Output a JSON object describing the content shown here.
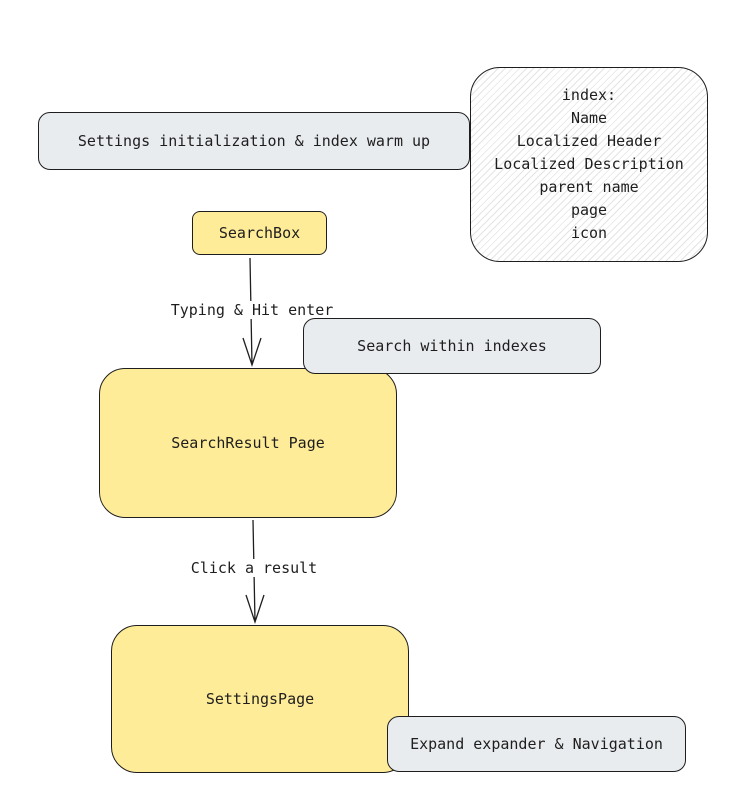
{
  "nodes": {
    "settings_init": "Settings initialization & index warm up",
    "index_box": {
      "title": "index:",
      "fields": [
        "Name",
        "Localized Header",
        "Localized Description",
        "parent name",
        "page",
        "icon"
      ]
    },
    "search_box": "SearchBox",
    "search_within": "Search within indexes",
    "search_result_page": "SearchResult Page",
    "settings_page": "SettingsPage",
    "expand_nav": "Expand expander & Navigation"
  },
  "edges": [
    {
      "from": "SearchBox",
      "to": "SearchResult Page",
      "label": "Typing & Hit enter"
    },
    {
      "from": "SearchResult Page",
      "to": "SettingsPage",
      "label": "Click a result"
    }
  ],
  "colors": {
    "gray": "#e9ecef",
    "yellow": "#ffec99",
    "stroke": "#1e1e1e"
  }
}
